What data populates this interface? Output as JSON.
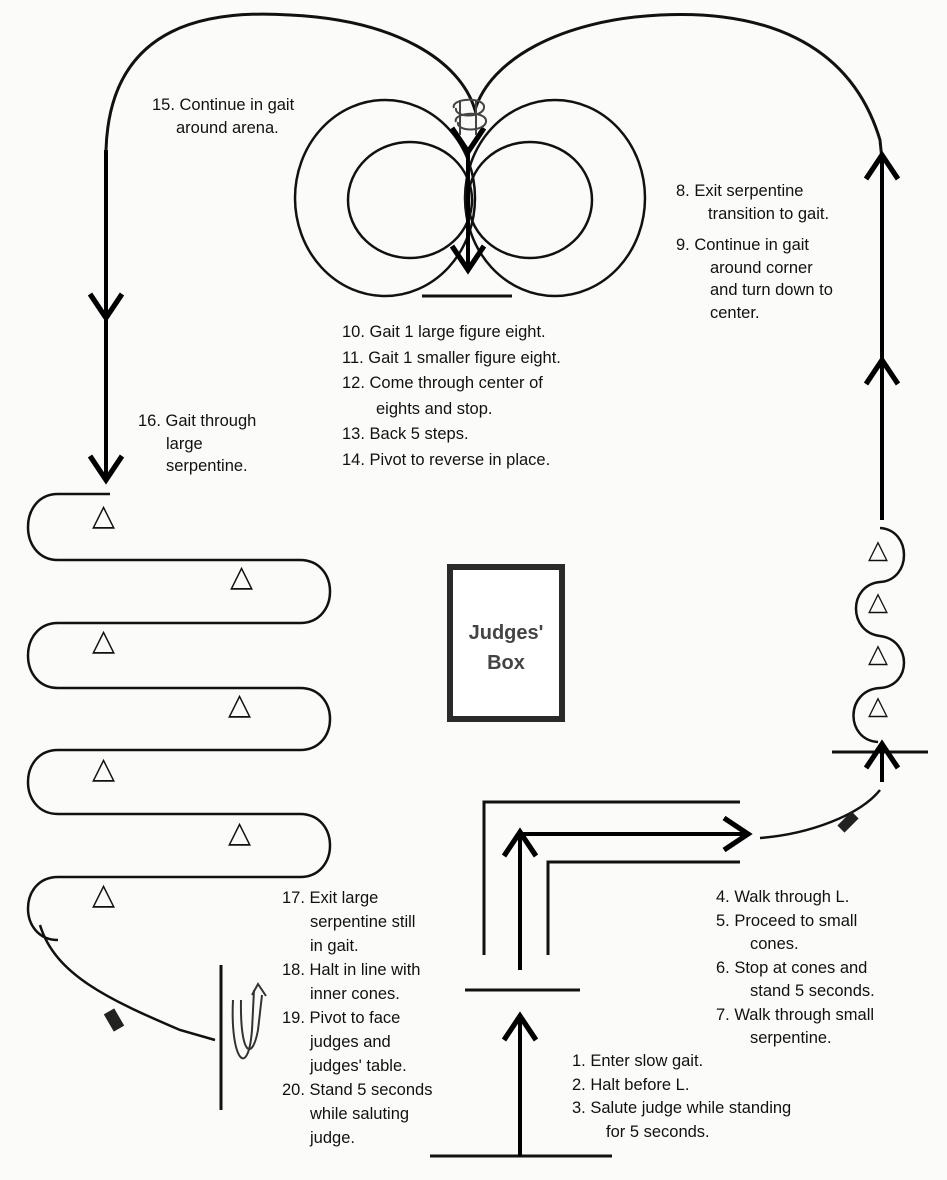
{
  "judges_box": {
    "line1": "Judges'",
    "line2": "Box"
  },
  "notes": {
    "n15": [
      "15.  Continue in gait",
      "around arena."
    ],
    "n8": [
      "8.  Exit serpentine",
      "transition to gait."
    ],
    "n9": [
      "9.  Continue in gait",
      "around corner",
      "and turn down to",
      "center."
    ],
    "n10_14": [
      "10.  Gait 1 large figure eight.",
      "11.  Gait 1 smaller figure eight.",
      "12.  Come through center of",
      "eights and stop.",
      "13.  Back 5 steps.",
      "14.  Pivot to reverse in place."
    ],
    "n16": [
      "16.  Gait through",
      "large",
      "serpentine."
    ],
    "n17_20": [
      "17. Exit large",
      "serpentine still",
      "in gait.",
      "18. Halt in line with",
      "inner cones.",
      "19. Pivot to face",
      "judges and",
      "judges' table.",
      "20. Stand 5 seconds",
      "while saluting",
      "judge."
    ],
    "n4_7": [
      "4.  Walk through L.",
      "5.  Proceed to small",
      "cones.",
      "6.  Stop at cones and",
      "stand 5 seconds.",
      "7.  Walk through small",
      "serpentine."
    ],
    "n1_3": [
      "1.  Enter slow gait.",
      "2. Halt before L.",
      "3. Salute judge while standing",
      "for 5 seconds."
    ]
  },
  "icons": {
    "cone": "△",
    "pivot": "pivot-u-turn-icon",
    "spin": "spin-reverse-icon"
  }
}
